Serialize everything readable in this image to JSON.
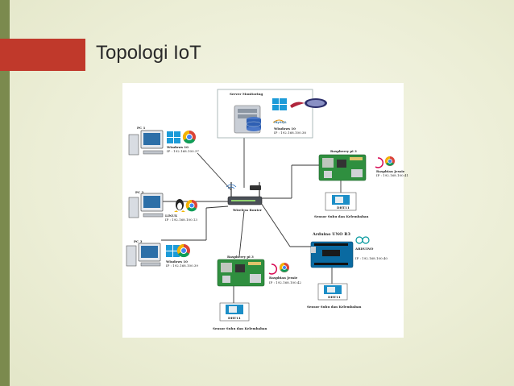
{
  "slide": {
    "title": "Topologi IoT"
  },
  "server": {
    "name": "Server Monitoring",
    "os": "Windows 10",
    "ip": "IP : 192.168.100.38",
    "db": "MySQL"
  },
  "router": {
    "label": "Wireless Router"
  },
  "pc1": {
    "name": "PC 1",
    "os": "Windows 10",
    "ip": "IP : 192.168.100.37"
  },
  "pc2": {
    "name": "PC 2",
    "os": "LINUX",
    "ip": "IP : 192.168.100.13"
  },
  "pc3": {
    "name": "PC 3",
    "os": "Windows 10",
    "ip": "IP : 192.168.100.39"
  },
  "rpi2": {
    "name": "Raspberry pi 3",
    "os": "Raspbian Jessie",
    "ip": "IP : 192.168.100.41"
  },
  "rpi3": {
    "name": "Raspberry pi 3",
    "os": "Raspbian Jessie",
    "ip": "IP : 192.168.100.42"
  },
  "arduino": {
    "name": "Arduino UNO R3",
    "sub": "ARDUINO",
    "ip": "IP : 192.168.100.40"
  },
  "sensor1": {
    "chip": "DHT11",
    "label": "Sensor Suhu dan Kelembaban"
  },
  "sensor2": {
    "chip": "DHT11",
    "label": "Sensor Suhu dan Kelembaban"
  },
  "sensor3": {
    "chip": "DHT11",
    "label": "Sensor Suhu dan Kelembaban"
  },
  "colors": {
    "accent_red": "#c0392b",
    "bar_olive": "#7b8a4e",
    "pcb_green": "#2f8f3f",
    "arduino_blue": "#0a6aa1"
  },
  "icons": [
    "windows-icon",
    "chrome-icon",
    "linux-icon",
    "debian-icon",
    "mysql-icon",
    "apache-icon",
    "php-icon",
    "wifi-icon"
  ]
}
